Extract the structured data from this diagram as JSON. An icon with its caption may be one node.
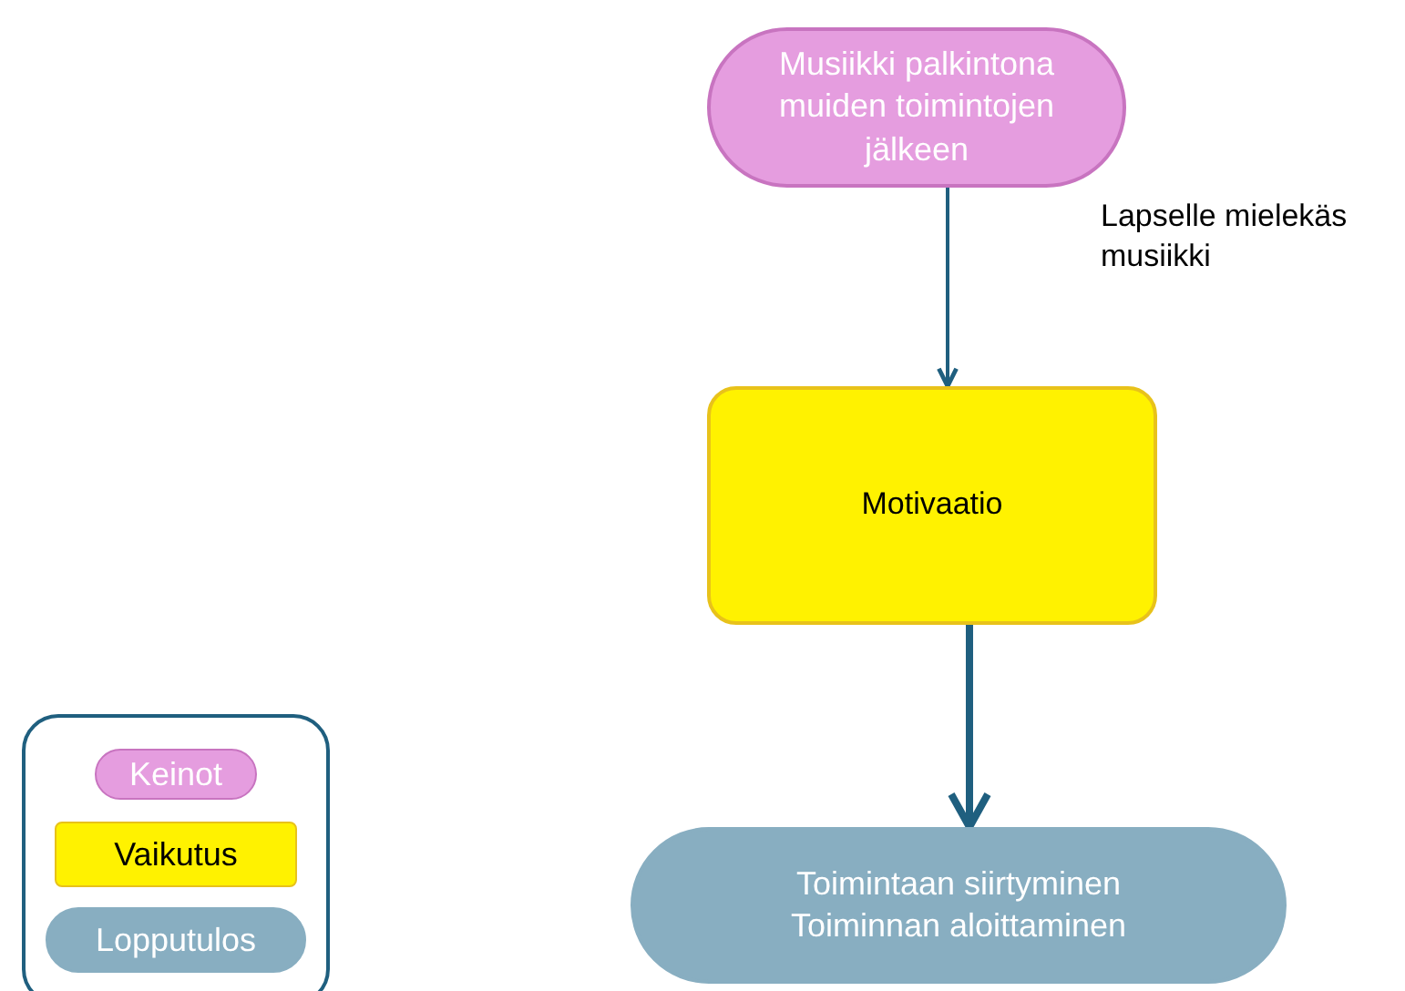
{
  "diagram": {
    "nodes": [
      {
        "text": [
          "Musiikki palkintona muiden toimintojen jälkeen"
        ]
      },
      {
        "text": [
          "Motivaatio"
        ]
      },
      {
        "text": [
          "Toimintaan siirtyminen Toiminnan aloittaminen"
        ]
      }
    ],
    "edges": [
      {
        "from": 0,
        "to": 1,
        "arrow": "to",
        "label": "Lapselle mielekäs musiikki"
      },
      {
        "from": 1,
        "to": 2,
        "arrow": "to",
        "style": "thick"
      }
    ],
    "legend": [
      {
        "text": "Keinot",
        "color": "#e59ddf"
      },
      {
        "text": "Vaikutus",
        "color": "#fff200"
      },
      {
        "text": "Lopputulos",
        "color": "#88aec1"
      }
    ]
  }
}
